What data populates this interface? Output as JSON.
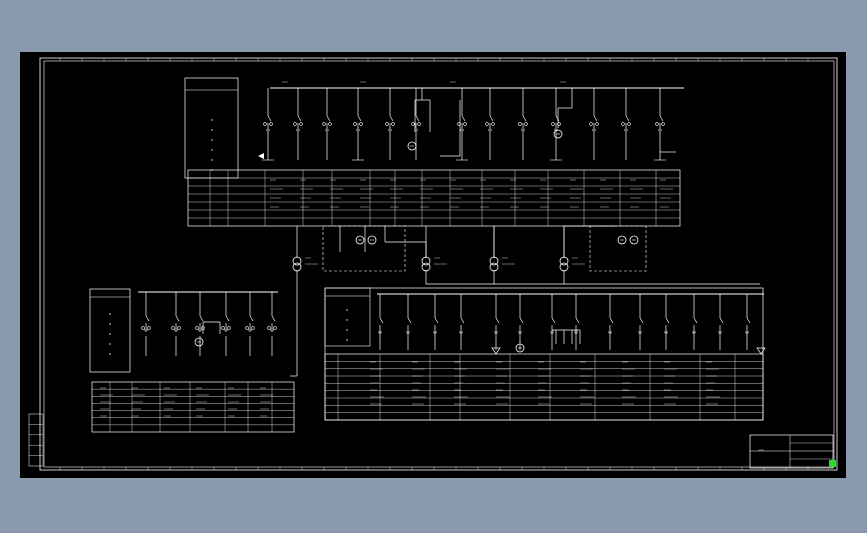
{
  "canvas": {
    "background": "#8a9aae",
    "sheet_background": "#000000",
    "line_color": "#ffffff",
    "accent_color": "#22dd22"
  },
  "title_block": {
    "label": ""
  },
  "panels": {
    "main_switchboard": {
      "legend_header": "",
      "table_header": ""
    },
    "left_switchboard": {
      "legend_header": "",
      "table_header": ""
    },
    "right_switchboard": {
      "legend_header": "",
      "table_header": ""
    }
  },
  "transformers": [
    {
      "id": "T1",
      "label": ""
    },
    {
      "id": "T2",
      "label": ""
    },
    {
      "id": "T3",
      "label": ""
    },
    {
      "id": "T4",
      "label": ""
    }
  ],
  "icons": [
    "transformer-icon",
    "generator-icon",
    "ground-icon",
    "breaker-icon",
    "status-indicator-icon"
  ]
}
